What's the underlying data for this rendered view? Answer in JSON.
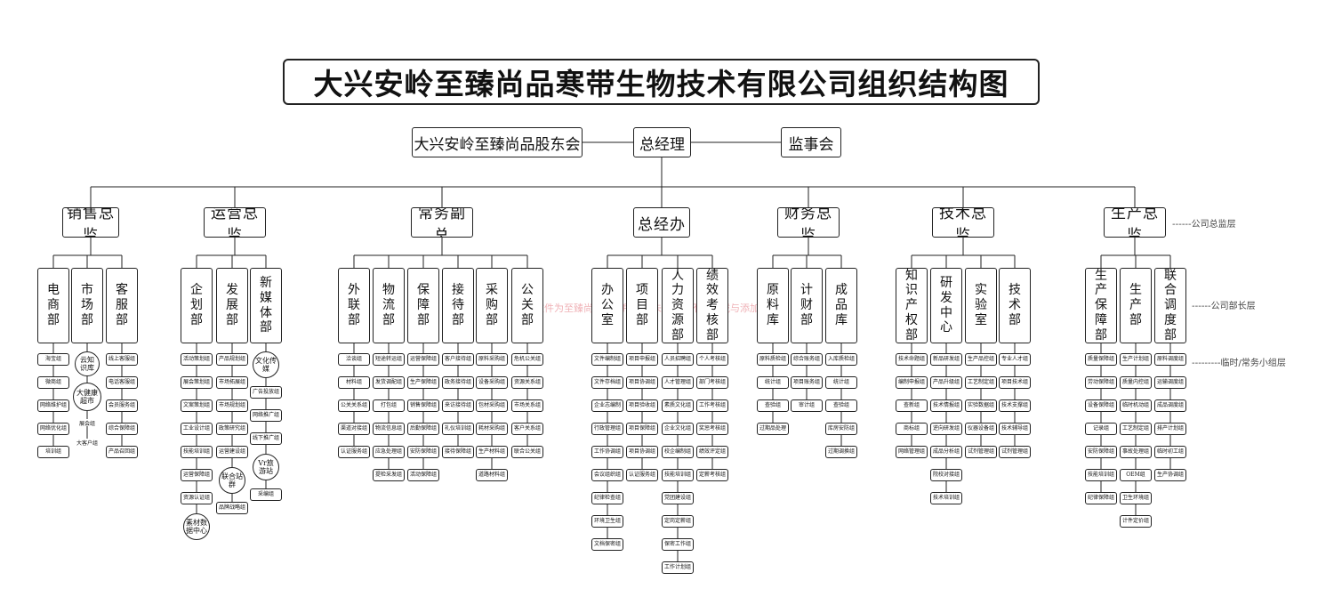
{
  "title": "大兴安岭至臻尚品寒带生物技术有限公司组织结构图",
  "top": {
    "shareholders": "大兴安岭至臻尚品股东会",
    "gm": "总经理",
    "supervisors": "监事会"
  },
  "layer_labels": {
    "directors": "------公司总监层",
    "ministers": "------公司部长层",
    "groups": "---------临时/常务小组层"
  },
  "watermark": "该文件为至臻尚品公司所有，未经许可不得转载与添加",
  "divisions": [
    {
      "name": "销售总监",
      "depts": [
        {
          "name": "电商部",
          "groups": [
            "海宝组",
            "微商组",
            "网络维护组",
            "网络优化组",
            "培训组"
          ]
        },
        {
          "name": "市场部",
          "circles": [
            "云知识库",
            "大健康超市"
          ],
          "plain": [
            "展会组",
            "大客户组"
          ]
        },
        {
          "name": "客服部",
          "groups": [
            "线上客服组",
            "电话客服组",
            "会员服务组",
            "综合保障组",
            "产品召回组"
          ]
        }
      ]
    },
    {
      "name": "运营总监",
      "depts": [
        {
          "name": "企划部",
          "groups": [
            "活动策划组",
            "展会策划组",
            "文案策划组",
            "工业设计组",
            "技能培训组",
            "运营保障组",
            "资源认证组"
          ],
          "circles": [
            "素材数据中心"
          ]
        },
        {
          "name": "发展部",
          "groups": [
            "产品规划组",
            "市场拓展组",
            "市场规划组",
            "政策研究组",
            "运营建设组"
          ],
          "circles": [
            "联合站群"
          ],
          "plain": [
            "品牌战略组"
          ]
        },
        {
          "name": "新媒体部",
          "circles": [
            "文化传媒"
          ],
          "groups": [
            "广告投放组",
            "网络推广组",
            "线下推广组"
          ],
          "circles2": [
            "Vr旅游站"
          ],
          "plain": [
            "采编组"
          ]
        }
      ]
    },
    {
      "name": "常务副总",
      "depts": [
        {
          "name": "外联部",
          "groups": [
            "洽谈组",
            "材料组",
            "公关关系组",
            "渠道对接组",
            "认证服务组"
          ]
        },
        {
          "name": "物流部",
          "groups": [
            "短途转运组",
            "发货调配组",
            "打包组",
            "物流信息组",
            "应急处理组",
            "提检采发组"
          ]
        },
        {
          "name": "保障部",
          "groups": [
            "运营保障组",
            "生产保障组",
            "销售保障组",
            "后勤保障组",
            "安防保障组",
            "活动保障组"
          ]
        },
        {
          "name": "接待部",
          "groups": [
            "客户接待组",
            "政务接待组",
            "来访接待组",
            "礼仪培训组",
            "接待保障组"
          ]
        },
        {
          "name": "采购部",
          "groups": [
            "原料采购组",
            "设备采购组",
            "包材采购组",
            "耗材采购组",
            "生产材料组",
            "道路材料组"
          ]
        },
        {
          "name": "公关部",
          "groups": [
            "危机公关组",
            "资源关系组",
            "市场关系组",
            "客户关系组",
            "联合公关组"
          ]
        }
      ]
    },
    {
      "name": "总经办",
      "depts": [
        {
          "name": "办公室",
          "groups": [
            "文件编制组",
            "文件存档组",
            "企业志编制",
            "行政管理组",
            "工作协调组",
            "会议组织组",
            "纪律检查组",
            "环境卫生组",
            "文档保密组"
          ]
        },
        {
          "name": "项目部",
          "groups": [
            "项目申报组",
            "项目协调组",
            "项目验收组",
            "项目保障组",
            "项目协调组",
            "认证服务组"
          ]
        },
        {
          "name": "人力资源部",
          "groups": [
            "人员招聘组",
            "人才管理组",
            "素质文化组",
            "企业文化组",
            "校企编制组",
            "技能培训组",
            "党团建设组",
            "定岗定薪组",
            "保密工作组",
            "工作计划组"
          ]
        },
        {
          "name": "绩效考核部",
          "groups": [
            "个人考核组",
            "部门考核组",
            "工作考核组",
            "奖惩考核组",
            "绩效评定组",
            "定薪考核组"
          ]
        }
      ]
    },
    {
      "name": "财务总监",
      "depts": [
        {
          "name": "原料库",
          "groups": [
            "原料质检组",
            "统计组",
            "查验组",
            "过期品处理"
          ]
        },
        {
          "name": "计财部",
          "groups": [
            "综合账务组",
            "项目账务组",
            "审计组"
          ]
        },
        {
          "name": "成品库",
          "groups": [
            "入库质检组",
            "统计组",
            "查验组",
            "库房安防组",
            "过期调换组"
          ]
        }
      ]
    },
    {
      "name": "技术总监",
      "depts": [
        {
          "name": "知识产权部",
          "groups": [
            "技术命题组",
            "编制申报组",
            "查新组",
            "商标组",
            "网络管理组"
          ]
        },
        {
          "name": "研发中心",
          "groups": [
            "新品研发组",
            "产品升级组",
            "技术情报组",
            "逆向研发组",
            "成品分析组",
            "院校对接组",
            "技术培训组"
          ]
        },
        {
          "name": "实验室",
          "groups": [
            "生产品控组",
            "工艺制定组",
            "实验数据组",
            "仪器设备组",
            "试剂管理组"
          ]
        },
        {
          "name": "技术部",
          "groups": [
            "专业人才组",
            "项目技术组",
            "技术支撑组",
            "技术辅导组",
            "试剂管理组"
          ]
        }
      ]
    },
    {
      "name": "生产总监",
      "depts": [
        {
          "name": "生产保障部",
          "groups": [
            "质量保障组",
            "劳动保障组",
            "设备保障组",
            "记录组",
            "安防保障组",
            "技能培训组",
            "纪律保障组"
          ]
        },
        {
          "name": "生产部",
          "groups": [
            "生产计划组",
            "质量内控组",
            "临时机动组",
            "工艺制定组",
            "事故处理组",
            "OEM组",
            "卫生环境组",
            "计件定价组"
          ]
        },
        {
          "name": "联合调度部",
          "groups": [
            "原料调度组",
            "运输调度组",
            "成品调度组",
            "排产计划组",
            "临时初工组",
            "生产协调组"
          ]
        }
      ]
    }
  ]
}
